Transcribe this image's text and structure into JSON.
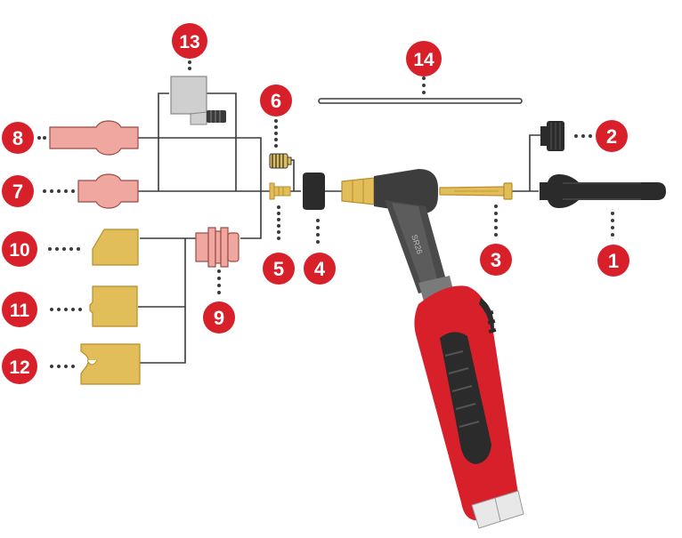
{
  "colors": {
    "badge": "#d8202a",
    "line": "#3a3a3a",
    "pink": "#f0a7a0",
    "pink_outline": "#9a4a45",
    "brass": "#e2be5a",
    "brass_dark": "#b88c2a",
    "dark_part": "#2b2b2b",
    "grey_body": "#4a4a4a",
    "red_handle": "#d8202a",
    "light_grey": "#cfcfcf"
  },
  "callouts": {
    "c1": "1",
    "c2": "2",
    "c3": "3",
    "c4": "4",
    "c5": "5",
    "c6": "6",
    "c7": "7",
    "c8": "8",
    "c9": "9",
    "c10": "10",
    "c11": "11",
    "c12": "12",
    "c13": "13",
    "c14": "14"
  },
  "torch_head_label": "SR26"
}
